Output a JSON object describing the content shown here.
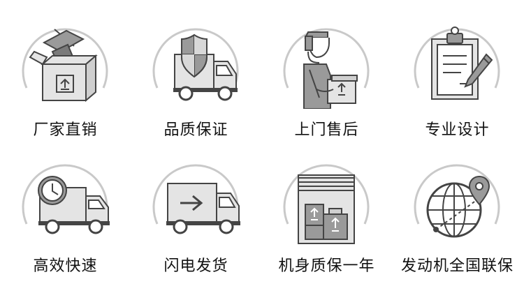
{
  "features": [
    {
      "label": "厂家直销",
      "icon": "open-box-icon"
    },
    {
      "label": "品质保证",
      "icon": "shield-truck-icon"
    },
    {
      "label": "上门售后",
      "icon": "delivery-person-icon"
    },
    {
      "label": "专业设计",
      "icon": "clipboard-pen-icon"
    },
    {
      "label": "高效快速",
      "icon": "clock-truck-icon"
    },
    {
      "label": "闪电发货",
      "icon": "arrow-truck-icon"
    },
    {
      "label": "机身质保一年",
      "icon": "cargo-boxes-icon"
    },
    {
      "label": "发动机全国联保",
      "icon": "globe-pin-icon"
    }
  ],
  "colors": {
    "stroke": "#444444",
    "ring": "#c9c9c9",
    "fill_light": "#e4e4e4",
    "fill_mid": "#9a9a9a",
    "text": "#111111"
  }
}
